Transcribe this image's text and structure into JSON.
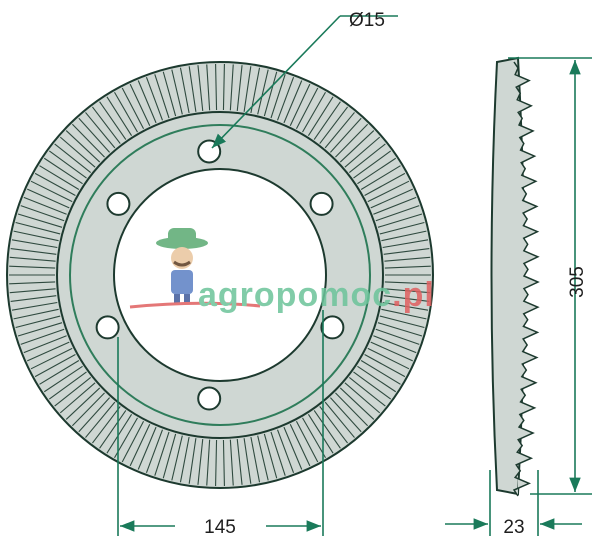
{
  "dimensions": {
    "hole_diameter": "Ø15",
    "outer_diameter": "305",
    "bolt_spacing": "145",
    "thickness": "23"
  },
  "watermark": {
    "text_main": "agropomoc",
    "text_suffix": ".pl"
  },
  "colors": {
    "disc_fill": "#cfd7d3",
    "disc_stroke": "#1d3a2f",
    "ring_line": "#2f7d5b",
    "dim_line": "#1a7a5a",
    "watermark_green": "#6cc49a",
    "watermark_red": "#e06060"
  }
}
